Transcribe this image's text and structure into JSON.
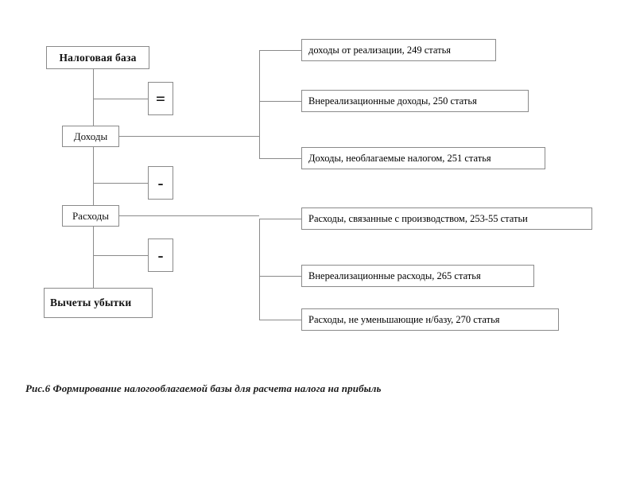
{
  "diagram": {
    "type": "tree-bracket",
    "background_color": "#ffffff",
    "line_color": "#8a8a8a",
    "text_color": "#111111",
    "nodes": {
      "base": "Налоговая база",
      "income": "Доходы",
      "expense": "Расходы",
      "deductions": "Вычеты убытки"
    },
    "operators": {
      "equals": "=",
      "minus_income_expense": "-",
      "minus_expense_deductions": "-"
    },
    "income_articles": [
      "доходы от реализации, 249 статья",
      "Внереализационные доходы, 250 статья",
      "Доходы, необлагаемые налогом, 251 статья"
    ],
    "expense_articles": [
      "Расходы, связанные с производством, 253-55 статьи",
      "Внереализационные расходы, 265 статья",
      "Расходы, не уменьшающие н/базу, 270 статья"
    ]
  },
  "caption": "Рис.6 Формирование налогооблагаемой базы для расчета налога на прибыль"
}
